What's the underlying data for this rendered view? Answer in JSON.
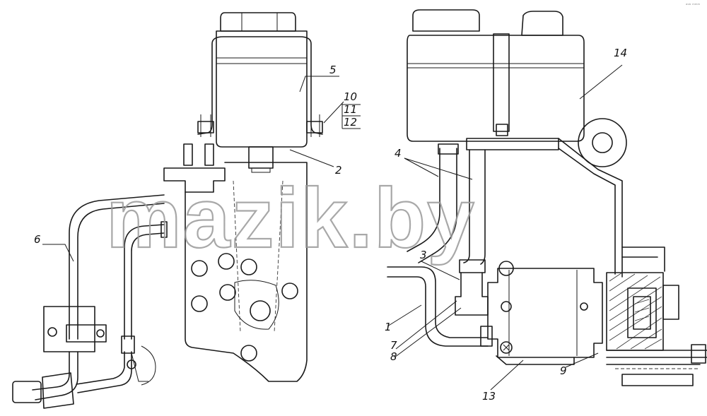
{
  "labels": {
    "l1": "1",
    "l2": "2",
    "l3": "3",
    "l4": "4",
    "l5": "5",
    "l6": "6",
    "l7": "7",
    "l8": "8",
    "l9": "9",
    "l10": "10",
    "l11": "11",
    "l12": "12",
    "l13": "13",
    "l14": "14"
  },
  "watermark": "mazik.by",
  "corner_mark": "ᵃˢᵇ ᵐᵐᵐ",
  "colors": {
    "ink": "#1a1a1a",
    "watermark": "#9a9a9a",
    "paper": "#ffffff"
  }
}
